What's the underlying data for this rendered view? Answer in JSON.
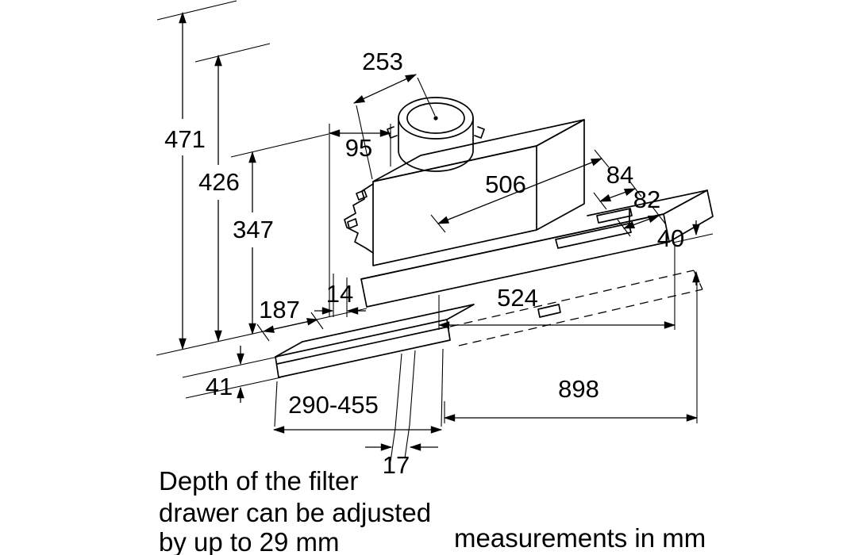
{
  "colors": {
    "ink": "#000000",
    "background": "#ffffff"
  },
  "dims": {
    "total_height": "471",
    "duct_height": "426",
    "body_height": "347",
    "top_depth": "253",
    "duct_offset": "95",
    "top_length": "506",
    "rear_step_depth": "84",
    "rear_step_width": "82",
    "bottom_clearance": "40",
    "front_lip": "14",
    "body_length": "524",
    "drawer_depth": "187",
    "drawer_height": "41",
    "pullout_range": "290-455",
    "niche_width": "898",
    "panel_thickness": "17"
  },
  "notes": {
    "filter_line1": "Depth of the filter",
    "filter_line2": "drawer can be adjusted",
    "filter_line3": "by up to 29 mm",
    "units": "measurements in mm"
  }
}
